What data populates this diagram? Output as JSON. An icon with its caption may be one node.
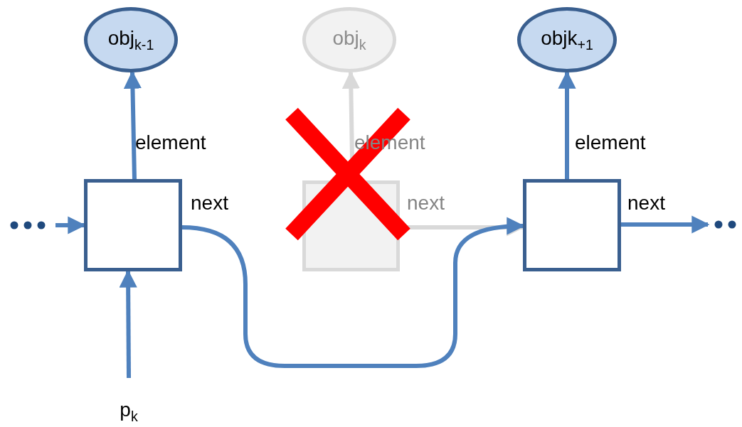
{
  "diagram": {
    "nodes": [
      {
        "text": [
          "obj$_{k-1}$"
        ]
      },
      {
        "text": [
          "obj$_{k}$"
        ]
      },
      {
        "text": [
          "objk$_{+1}$"
        ]
      },
      {
        "text": [],
        "shape": "box"
      },
      {
        "text": [],
        "shape": "box"
      },
      {
        "text": [],
        "shape": "box"
      },
      {
        "text": [
          "p$_{k}$"
        ]
      }
    ],
    "edges": [
      {
        "from": 3,
        "to": 0,
        "arrow": "to",
        "label": "element"
      },
      {
        "from": 4,
        "to": 1,
        "arrow": "to",
        "label": "element",
        "color": "#d9d9d9"
      },
      {
        "from": 5,
        "to": 2,
        "arrow": "to",
        "label": "element"
      },
      {
        "from": null,
        "to": 3,
        "arrow": "to"
      },
      {
        "from": 6,
        "to": 3,
        "arrow": "to"
      },
      {
        "from": 3,
        "to": 5,
        "arrow": "to",
        "label": "next"
      },
      {
        "from": 4,
        "to": 5,
        "arrow": "to",
        "label": "next",
        "color": "#d9d9d9"
      },
      {
        "from": 5,
        "to": null,
        "arrow": "to",
        "label": "next"
      }
    ]
  }
}
